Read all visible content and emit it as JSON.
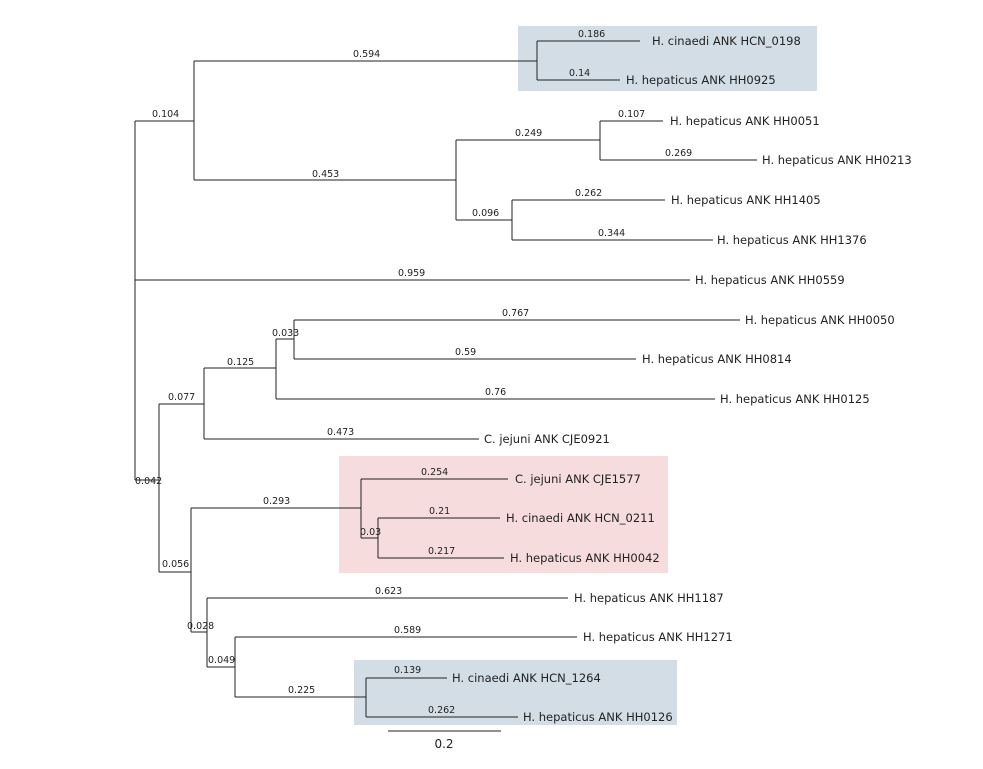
{
  "tree": {
    "scale_bar_label": "0.2",
    "highlight_colors": {
      "blue": "#d3dde6",
      "pink": "#f6dcdc"
    },
    "branch_lengths": {
      "root_a": "0.104",
      "root_b": "0.042",
      "clade_hcn0198_hh0925": "0.594",
      "leaf_hcn0198": "0.186",
      "leaf_hh0925": "0.14",
      "clade_hh_group": "0.453",
      "clade_hh0051_hh0213": "0.249",
      "leaf_hh0051": "0.107",
      "leaf_hh0213": "0.269",
      "clade_hh1405_hh1376": "0.096",
      "leaf_hh1405": "0.262",
      "leaf_hh1376": "0.344",
      "leaf_hh0559": "0.959",
      "clade_upper_mid": "0.077",
      "clade_c1": "0.125",
      "clade_c2": "0.033",
      "leaf_hh0050": "0.767",
      "leaf_hh0814": "0.59",
      "leaf_hh0125": "0.76",
      "leaf_cje0921": "0.473",
      "clade_lower": "0.056",
      "clade_pink": "0.293",
      "leaf_cje1577": "0.254",
      "clade_pink_inner": "0.03",
      "leaf_hcn0211": "0.21",
      "leaf_hh0042": "0.217",
      "clade_bottom": "0.028",
      "leaf_hh1187": "0.623",
      "clade_bottom_inner": "0.049",
      "leaf_hh1271": "0.589",
      "clade_blue2": "0.225",
      "leaf_hcn1264": "0.139",
      "leaf_hh0126": "0.262"
    },
    "taxa": {
      "hcn0198": "H. cinaedi ANK HCN_0198",
      "hh0925": "H. hepaticus ANK HH0925",
      "hh0051": "H. hepaticus ANK HH0051",
      "hh0213": "H. hepaticus ANK HH0213",
      "hh1405": "H. hepaticus ANK HH1405",
      "hh1376": "H. hepaticus ANK HH1376",
      "hh0559": "H. hepaticus ANK HH0559",
      "hh0050": "H. hepaticus ANK HH0050",
      "hh0814": "H. hepaticus ANK HH0814",
      "hh0125": "H. hepaticus ANK HH0125",
      "cje0921": "C. jejuni ANK CJE0921",
      "cje1577": "C. jejuni ANK CJE1577",
      "hcn0211": "H. cinaedi ANK HCN_0211",
      "hh0042": "H. hepaticus ANK HH0042",
      "hh1187": "H. hepaticus ANK HH1187",
      "hh1271": "H. hepaticus ANK HH1271",
      "hcn1264": "H. cinaedi ANK HCN_1264",
      "hh0126": "H. hepaticus ANK HH0126"
    }
  }
}
